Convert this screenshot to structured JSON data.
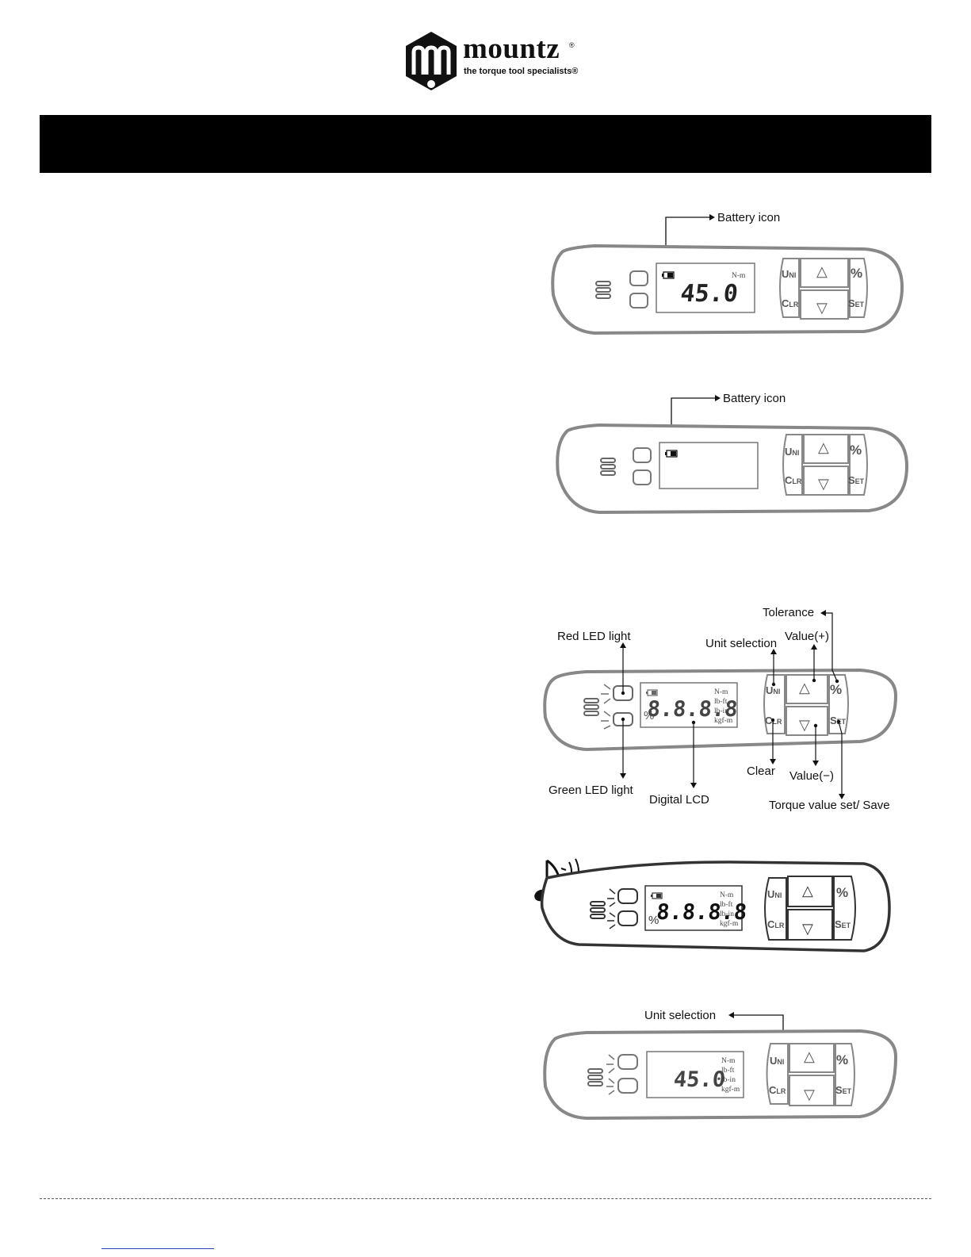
{
  "brand": {
    "name": "mountz",
    "tagline": "the torque tool specialists®",
    "reg_mark": "®"
  },
  "device": {
    "buttons": {
      "unit_u": "U",
      "unit_ni": "NI",
      "clear_c": "C",
      "clear_lr": "LR",
      "percent": "%",
      "set_s": "S",
      "set_et": "ET",
      "up": "△",
      "down": "▽"
    },
    "units": [
      "N-m",
      "lb-ft",
      "lb-in",
      "kgf-m"
    ]
  },
  "figures": [
    {
      "id": "battery-low-1",
      "callout": "Battery icon",
      "lcd_value": "45.0",
      "lcd_unit": "N-m"
    },
    {
      "id": "battery-low-2",
      "callout": "Battery icon",
      "lcd_value": ""
    },
    {
      "id": "overview",
      "lcd_value": "8.8.8.8",
      "lcd_percent": "%",
      "callouts": {
        "tolerance": "Tolerance",
        "value_plus": "Value(+)",
        "unit_selection": "Unit selection",
        "red_led": "Red LED light",
        "green_led": "Green LED light",
        "digital_lcd": "Digital LCD",
        "clear": "Clear",
        "value_minus": "Value(−)",
        "torque_set": "Torque value set/ Save"
      }
    },
    {
      "id": "startup",
      "lcd_value": "8.8.8.8",
      "lcd_percent": "%"
    },
    {
      "id": "unit-selection",
      "callout": "Unit selection",
      "lcd_value": "45.0"
    }
  ]
}
